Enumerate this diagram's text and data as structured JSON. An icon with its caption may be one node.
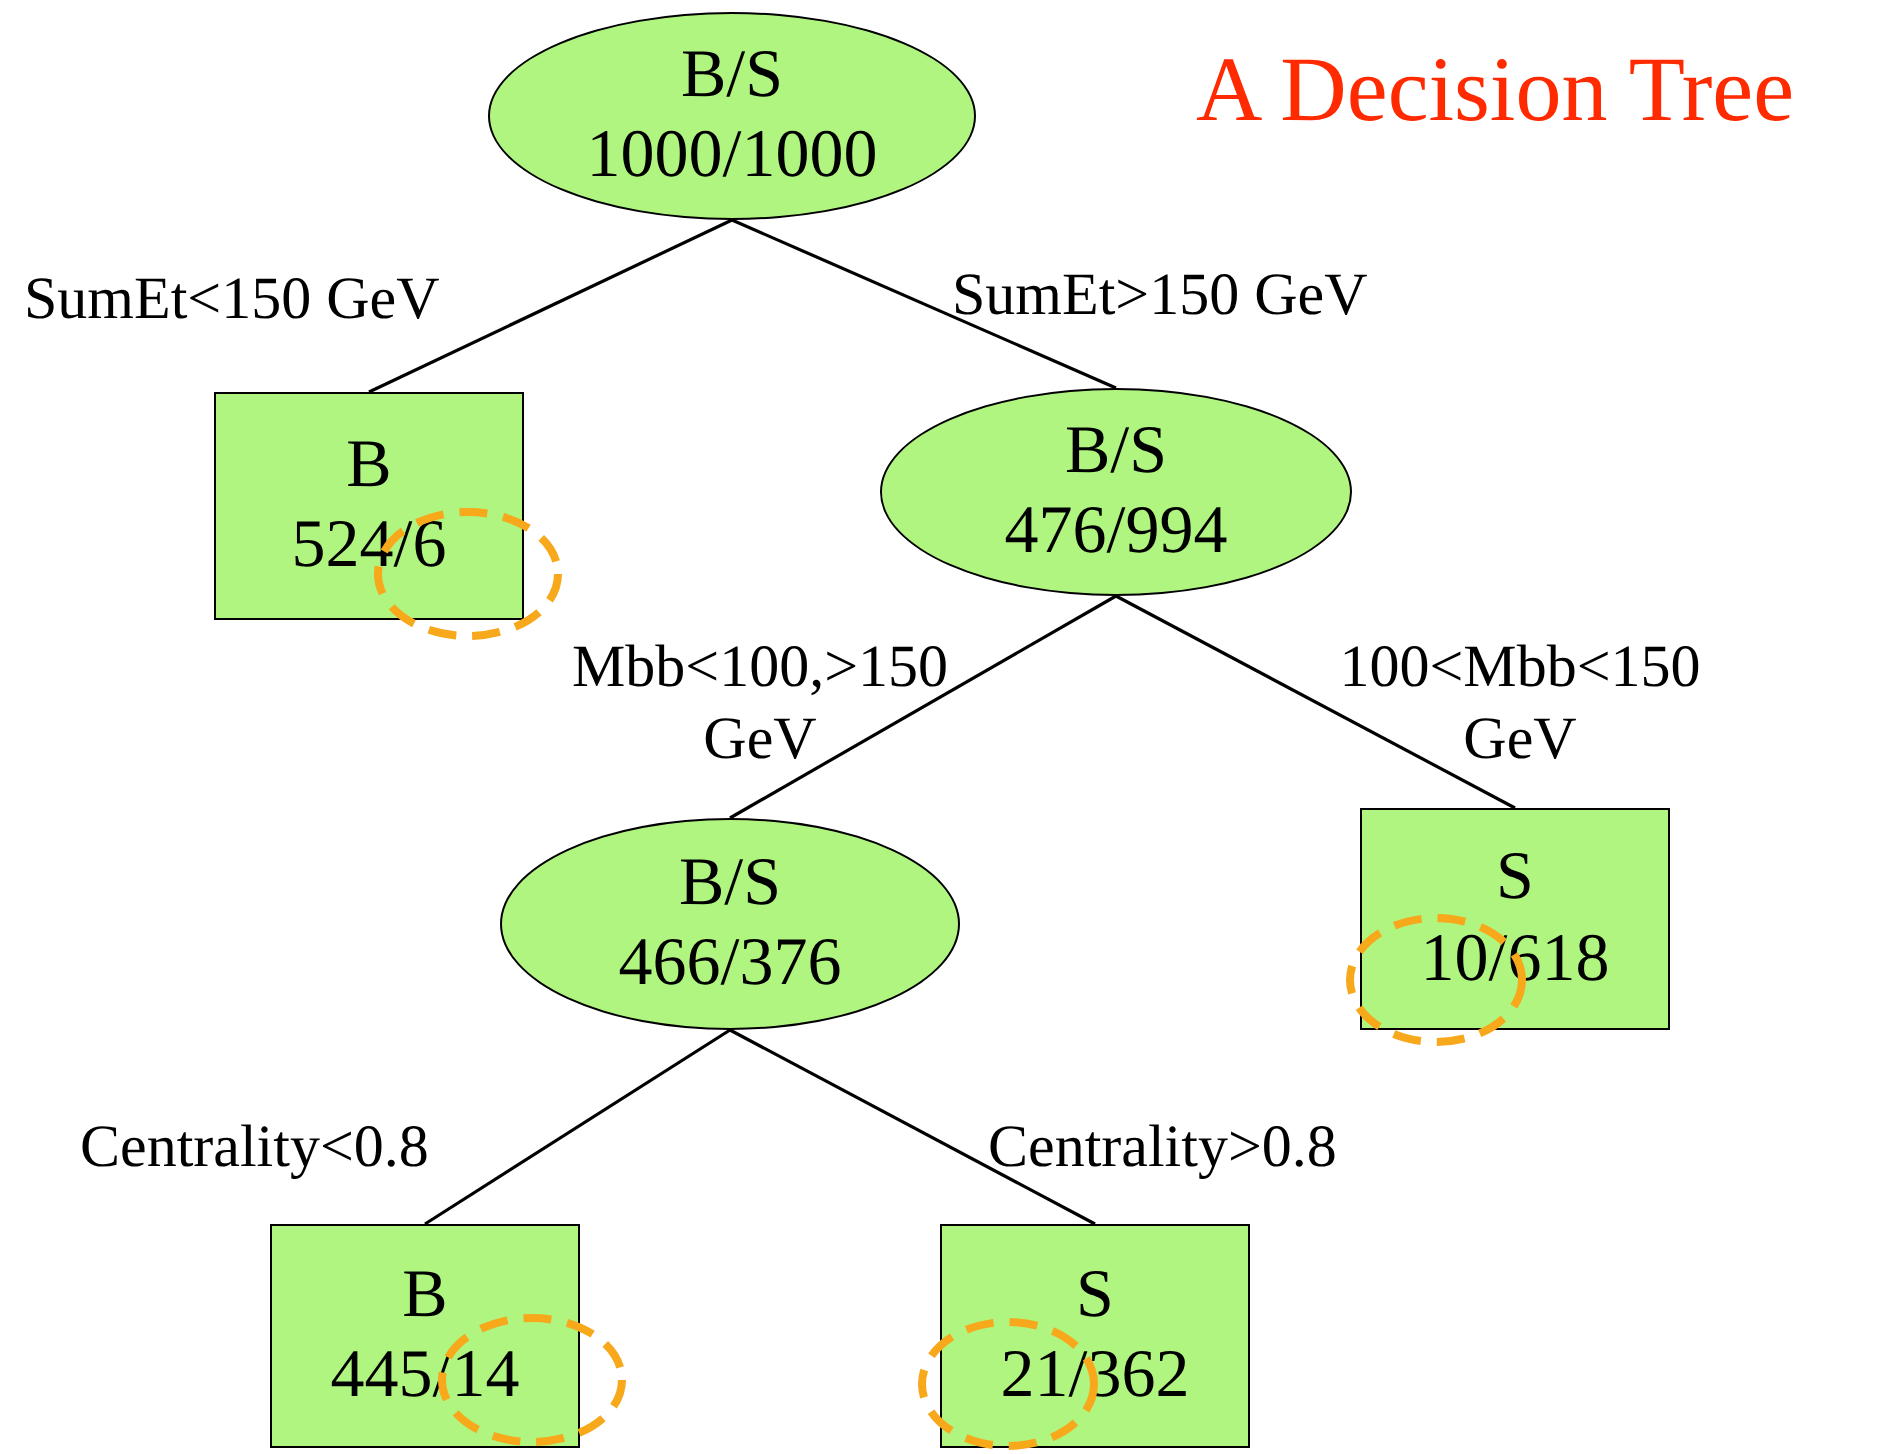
{
  "diagram": {
    "title": "A Decision Tree",
    "nodes": [
      {
        "text": [
          "B/S",
          "1000/1000"
        ]
      },
      {
        "text": [
          "B",
          "524/6"
        ]
      },
      {
        "text": [
          "B/S",
          "476/994"
        ]
      },
      {
        "text": [
          "B/S",
          "466/376"
        ]
      },
      {
        "text": [
          "S",
          "10/618"
        ]
      },
      {
        "text": [
          "B",
          "445/14"
        ]
      },
      {
        "text": [
          "S",
          "21/362"
        ]
      }
    ],
    "edges": [
      {
        "from": 0,
        "to": 1,
        "arrow": "none",
        "label": "SumEt<150 GeV"
      },
      {
        "from": 0,
        "to": 2,
        "arrow": "none",
        "label": "SumEt>150 GeV"
      },
      {
        "from": 2,
        "to": 3,
        "arrow": "none",
        "label": "Mbb<100,>150 GeV"
      },
      {
        "from": 2,
        "to": 4,
        "arrow": "none",
        "label": "100<Mbb<150 GeV"
      },
      {
        "from": 3,
        "to": 5,
        "arrow": "none",
        "label": "Centrality<0.8"
      },
      {
        "from": 3,
        "to": 6,
        "arrow": "none",
        "label": "Centrality>0.8"
      }
    ]
  }
}
